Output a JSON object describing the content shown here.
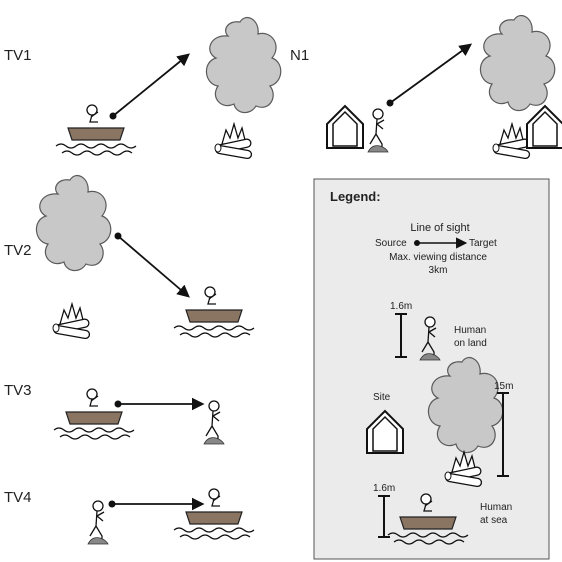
{
  "scenarios": {
    "tv1": "TV1",
    "n1": "N1",
    "tv2": "TV2",
    "tv3": "TV3",
    "tv4": "TV4"
  },
  "legend": {
    "title": "Legend:",
    "line_of_sight": "Line of sight",
    "source": "Source",
    "target": "Target",
    "max_distance_line1": "Max. viewing distance",
    "max_distance_line2": "3km",
    "human_land_height": "1.6m",
    "human_land_line1": "Human",
    "human_land_line2": "on land",
    "site": "Site",
    "smoke_height": "15m",
    "human_sea_height": "1.6m",
    "human_sea_line1": "Human",
    "human_sea_line2": "at sea"
  },
  "colors": {
    "smoke": "#c8c8c8",
    "smoke_stroke": "#5a5a5a",
    "boat": "#8a7563",
    "legend_bg": "#ebebeb",
    "ink": "#111111",
    "fire": "#d0d0d0"
  }
}
